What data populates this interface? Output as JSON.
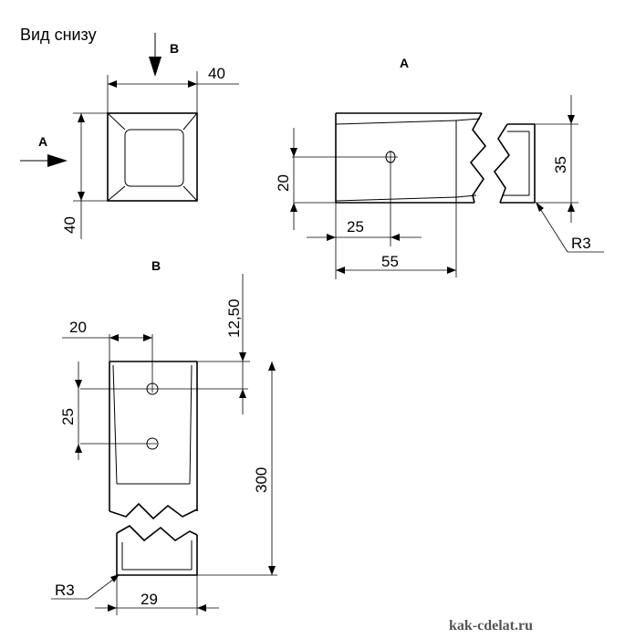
{
  "title": "Вид снизу",
  "views": {
    "arrow_b_label": "B",
    "arrow_a_label": "A",
    "view_a_label": "A",
    "view_b_label": "B"
  },
  "dimensions": {
    "top_width": "40",
    "top_height": "40",
    "a_hole_height": "20",
    "a_hole_offset": "25",
    "a_length": "55",
    "a_height": "35",
    "a_radius": "R3",
    "b_hole_offset": "12,50",
    "b_hole_x": "20",
    "b_hole_spacing": "25",
    "b_length": "300",
    "b_radius": "R3",
    "b_width": "29"
  },
  "watermark": "kak-cdelat.ru"
}
